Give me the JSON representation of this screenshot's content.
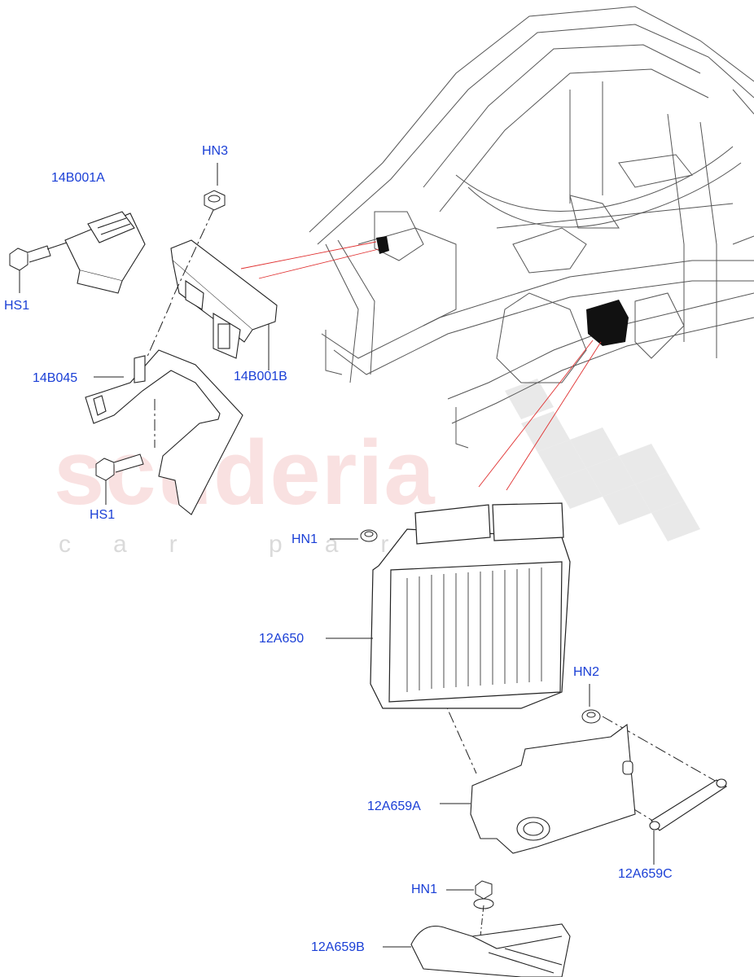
{
  "watermark": {
    "brand": "scuderia",
    "tagline": "car parts"
  },
  "colors": {
    "label": "#1a3fd6",
    "leader_red": "#e03030",
    "line_art": "#333333"
  },
  "callouts": [
    {
      "code": "HN3"
    },
    {
      "code": "14B001A"
    },
    {
      "code": "HS1"
    },
    {
      "code": "14B001B"
    },
    {
      "code": "14B045"
    },
    {
      "code": "HS1"
    },
    {
      "code": "HN1"
    },
    {
      "code": "12A650"
    },
    {
      "code": "HN2"
    },
    {
      "code": "12A659A"
    },
    {
      "code": "12A659C"
    },
    {
      "code": "HN1"
    },
    {
      "code": "12A659B"
    }
  ]
}
